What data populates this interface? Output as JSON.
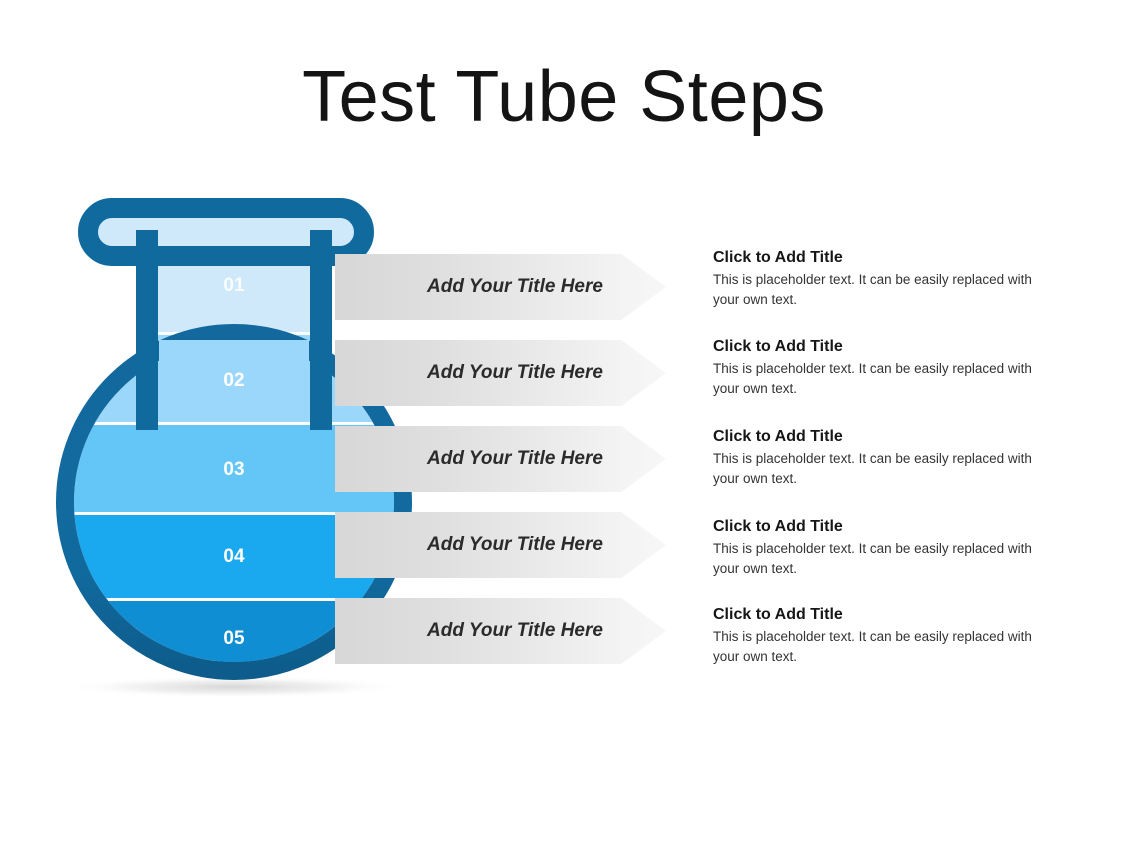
{
  "slide": {
    "title": "Test Tube Steps",
    "background_color": "#ffffff"
  },
  "flask": {
    "outline_color": "#116a9e",
    "shadow_color": "#cfcfcf",
    "steps": [
      {
        "number": "01",
        "fill_color": "#cfe9fb"
      },
      {
        "number": "02",
        "fill_color": "#9bd7fb"
      },
      {
        "number": "03",
        "fill_color": "#63c6f7"
      },
      {
        "number": "04",
        "fill_color": "#1aa8ee"
      },
      {
        "number": "05",
        "fill_color": "#0f8ed4"
      }
    ]
  },
  "banners": [
    {
      "label": "Add Your Title Here"
    },
    {
      "label": "Add Your Title Here"
    },
    {
      "label": "Add Your Title Here"
    },
    {
      "label": "Add Your Title Here"
    },
    {
      "label": "Add Your Title Here"
    }
  ],
  "text_blocks": [
    {
      "heading": "Click to Add Title",
      "body": "This is placeholder text. It can be easily replaced with your own text."
    },
    {
      "heading": "Click to Add Title",
      "body": "This is placeholder text. It can be easily replaced with your own text."
    },
    {
      "heading": "Click to Add Title",
      "body": "This is placeholder text. It can be easily replaced with your own text."
    },
    {
      "heading": "Click to Add Title",
      "body": "This is placeholder text. It can be easily replaced with your own text."
    },
    {
      "heading": "Click to Add Title",
      "body": "This is placeholder text. It can be easily replaced with your own text."
    }
  ]
}
